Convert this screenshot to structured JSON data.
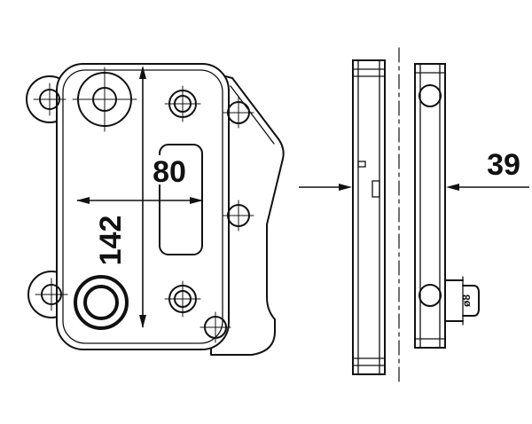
{
  "drawing": {
    "background": "#ffffff",
    "line_color": "#111111",
    "dimensions": {
      "width": "80",
      "height": "142",
      "depth": "39",
      "pipe_diameter": "ø8"
    }
  }
}
